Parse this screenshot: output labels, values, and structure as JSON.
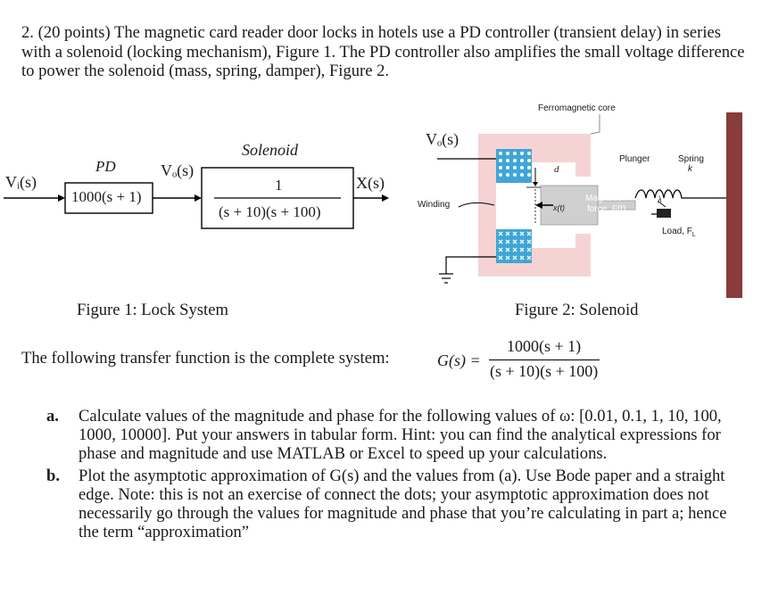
{
  "problem": {
    "intro": "2. (20 points) The magnetic card reader door locks in hotels use a PD controller (transient delay) in series with a solenoid (locking mechanism), Figure 1.  The PD controller also amplifies the small voltage difference to power the solenoid (mass, spring, damper), Figure 2."
  },
  "figure1": {
    "input_label": "Vᵢ(s)",
    "pd_title": "PD",
    "pd_tf": "1000(s + 1)",
    "mid_label": "Vₒ(s)",
    "solenoid_title": "Solenoid",
    "sol_num": "1",
    "sol_den": "(s + 10)(s + 100)",
    "output_label": "X(s)",
    "caption": "Figure 1: Lock System"
  },
  "figure2": {
    "core_label": "Ferromagnetic core",
    "vo_label": "Vₒ(s)",
    "winding_label": "Winding",
    "plunger_label": "Plunger",
    "spring_label": "Spring",
    "spring_k": "k",
    "d_label": "d",
    "x_label": "x(t)",
    "force_line1": "Magnetic",
    "force_line2": "force, F(t)",
    "lambda_label": "λ",
    "load_label": "Load, F",
    "load_sub": "L",
    "caption": "Figure 2: Solenoid"
  },
  "system": {
    "text": "The following transfer function is the complete system:",
    "lhs": "G(s) =",
    "num": "1000(s + 1)",
    "den": "(s + 10)(s + 100)"
  },
  "questions": [
    {
      "label": "a.",
      "text": "Calculate values of the magnitude and phase for the following values of ω: [0.01, 0.1, 1, 10, 100, 1000, 10000]. Put your answers in tabular form. Hint: you can find the analytical expressions for phase and magnitude and use MATLAB or Excel to speed up your calculations."
    },
    {
      "label": "b.",
      "text": "Plot the asymptotic approximation of G(s) and the values from (a). Use Bode paper and a straight edge. Note: this is not an exercise of connect the dots; your asymptotic approximation does not necessarily go through the values for magnitude and phase that you’re calculating in part a; hence the term “approximation”"
    }
  ],
  "colors": {
    "core_fill": "#f6d3d3",
    "wall": "#8a3b3b",
    "winding_fill": "#3fa6d6"
  }
}
